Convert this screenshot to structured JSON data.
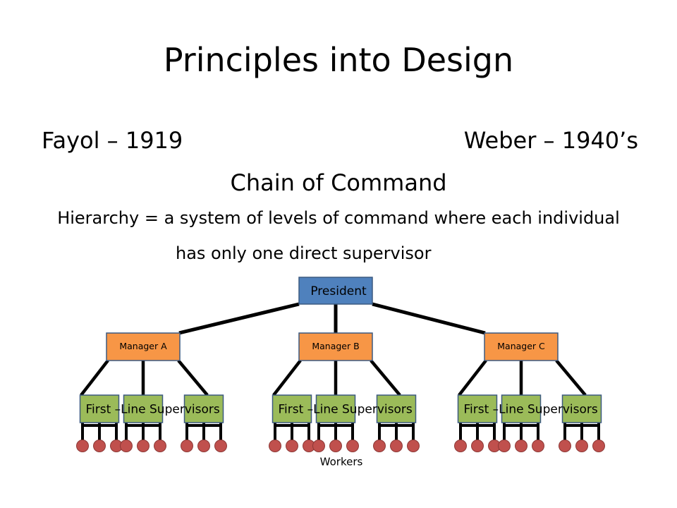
{
  "slide": {
    "title": "Principles into Design",
    "left_heading": "Fayol – 1919",
    "right_heading": "Weber – 1940’s",
    "center_heading": "Chain of Command",
    "definition_line1": "Hierarchy = a system of levels of command where each individual",
    "definition_line2": "has only one direct supervisor"
  },
  "org_chart": {
    "president": "President",
    "managers": [
      "Manager A",
      "Manager B",
      "Manager C"
    ],
    "supervisor_labels": [
      "First –Line Supervisors",
      "First –Line Supervisors",
      "First –Line Supervisors"
    ],
    "workers_label": "Workers",
    "supervisors_per_manager": 3,
    "workers_per_supervisor": 3,
    "colors": {
      "president_fill": "#4f81bd",
      "manager_fill": "#f79646",
      "supervisor_fill": "#9bbb59",
      "worker_fill": "#c0504d",
      "line": "#000000"
    }
  }
}
